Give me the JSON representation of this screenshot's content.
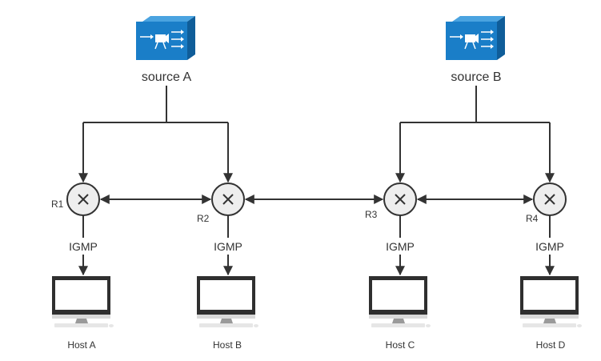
{
  "sources": [
    {
      "id": "A",
      "label": "source A",
      "icon": "video-source-icon",
      "color": "#1a7ec8"
    },
    {
      "id": "B",
      "label": "source B",
      "icon": "video-source-icon",
      "color": "#1a7ec8"
    }
  ],
  "routers": [
    {
      "id": "R1",
      "label": "R1",
      "icon": "router-icon"
    },
    {
      "id": "R2",
      "label": "R2",
      "icon": "router-icon"
    },
    {
      "id": "R3",
      "label": "R3",
      "icon": "router-icon"
    },
    {
      "id": "R4",
      "label": "R4",
      "icon": "router-icon"
    }
  ],
  "protocol_labels": [
    "IGMP",
    "IGMP",
    "IGMP",
    "IGMP"
  ],
  "hosts": [
    {
      "id": "A",
      "label": "Host A",
      "icon": "monitor-icon"
    },
    {
      "id": "B",
      "label": "Host B",
      "icon": "monitor-icon"
    },
    {
      "id": "C",
      "label": "Host C",
      "icon": "monitor-icon"
    },
    {
      "id": "D",
      "label": "Host D",
      "icon": "monitor-icon"
    }
  ],
  "colors": {
    "line": "#333333",
    "router_fill": "#eeeeee",
    "source_box": "#1a7ec8"
  }
}
